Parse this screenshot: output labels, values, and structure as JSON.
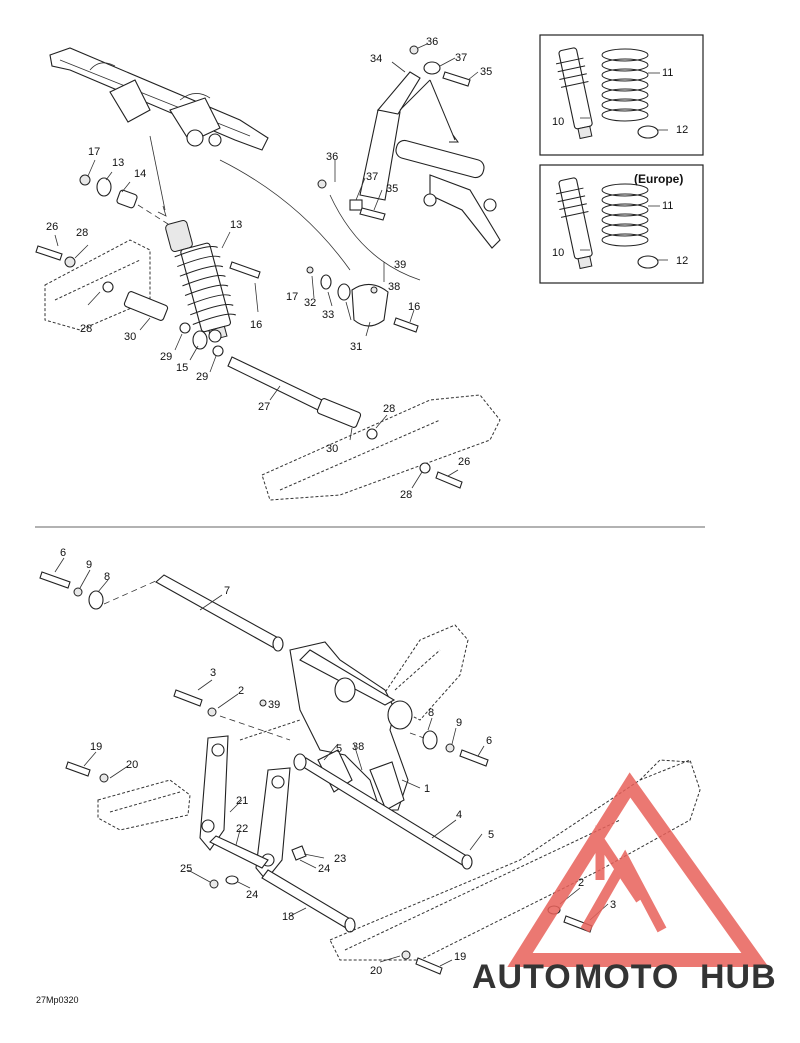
{
  "diagram": {
    "code": "27Mp0320",
    "colors": {
      "line": "#222222",
      "watermark_red": "#e8615a",
      "watermark_orange": "#f2b03c",
      "watermark_grey": "#7a7a7a"
    },
    "inset_label": "(Europe)",
    "watermark": {
      "part1": "AUTO",
      "part2": "MOTO",
      "part3": "HUB"
    },
    "callouts_top": {
      "c36a": "36",
      "c37a": "37",
      "c35a": "35",
      "c34": "34",
      "c17a": "17",
      "c13a": "13",
      "c14": "14",
      "c36b": "36",
      "c37b": "37",
      "c35b": "35",
      "c26a": "26",
      "c28a": "28",
      "c13b": "13",
      "c39": "39",
      "c38": "38",
      "c28b": "28",
      "c17b": "17",
      "c32": "32",
      "c33": "33",
      "c16a": "16",
      "c30a": "30",
      "c16b": "16",
      "c31": "31",
      "c29a": "29",
      "c15": "15",
      "c29b": "29",
      "c27": "27",
      "c28c": "28",
      "c30b": "30",
      "c26b": "26",
      "c28d": "28"
    },
    "callouts_inset1": {
      "c11": "11",
      "c10": "10",
      "c12": "12"
    },
    "callouts_inset2": {
      "c11": "11",
      "c10": "10",
      "c12": "12"
    },
    "callouts_bottom": {
      "c6a": "6",
      "c9a": "9",
      "c8a": "8",
      "c7": "7",
      "c3a": "3",
      "c2a": "2",
      "c39": "39",
      "c8b": "8",
      "c9b": "9",
      "c6b": "6",
      "c19a": "19",
      "c20a": "20",
      "c5a": "5",
      "c38": "38",
      "c1": "1",
      "c21": "21",
      "c4": "4",
      "c22": "22",
      "c5b": "5",
      "c23": "23",
      "c25": "25",
      "c24a": "24",
      "c24b": "24",
      "c2b": "2",
      "c3b": "3",
      "c18": "18",
      "c20b": "20",
      "c19b": "19"
    }
  }
}
